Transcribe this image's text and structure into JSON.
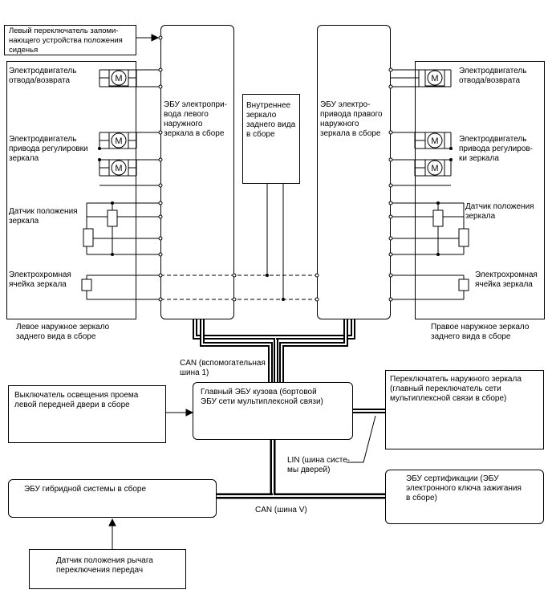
{
  "labels": {
    "left_memory_switch": "Левый переключатель запоми-\nнающего устройства положения\nсиденья",
    "left_motor_retract": "Электродвигатель\nотвода/возврата",
    "left_motor_adjust": "Электродвигатель\nпривода регулировки\nзеркала",
    "left_position_sensor": "Датчик положения\nзеркала",
    "left_electrochromic": "Электрохромная\nячейка зеркала",
    "left_mirror_assembly": "Левое наружное зеркало\nзаднего вида в сборе",
    "left_mirror_ecu": "ЭБУ электропри-\nвода левого\nнаружного\nзеркала в сборе",
    "inner_mirror": "Внутреннее\nзеркало\nзаднего вида\nв сборе",
    "right_mirror_ecu": "ЭБУ электро-\nпривода правого\nнаружного\nзеркала в сборе",
    "right_motor_retract": "Электродвигатель\nотвода/возврата",
    "right_motor_adjust": "Электродвигатель\nпривода регулиров-\nки зеркала",
    "right_position_sensor": "Датчик положения\nзеркала",
    "right_electrochromic": "Электрохромная\nячейка зеркала",
    "right_mirror_assembly": "Правое наружное зеркало\nзаднего вида в сборе",
    "can_aux": "CAN (вспомогательная\nшина 1)",
    "main_body_ecu": "Главный ЭБУ кузова (бортовой\nЭБУ сети мультиплексной связи)",
    "door_light_switch": "Выключатель освещения проема\nлевой передней двери в сборе",
    "outer_mirror_switch": "Переключатель наружного зеркала\n(главный переключатель сети\nмультиплексной связи в сборе)",
    "lin_bus": "LIN (шина систе-\nмы дверей)",
    "hybrid_ecu": "ЭБУ гибридной системы в сборе",
    "certification_ecu": "ЭБУ сертификации (ЭБУ\nэлектронного ключа зажигания\nв сборе)",
    "can_v": "CAN (шина V)",
    "shift_sensor": "Датчик положения рычага\nпереключения передач",
    "motor_symbol": "M"
  }
}
